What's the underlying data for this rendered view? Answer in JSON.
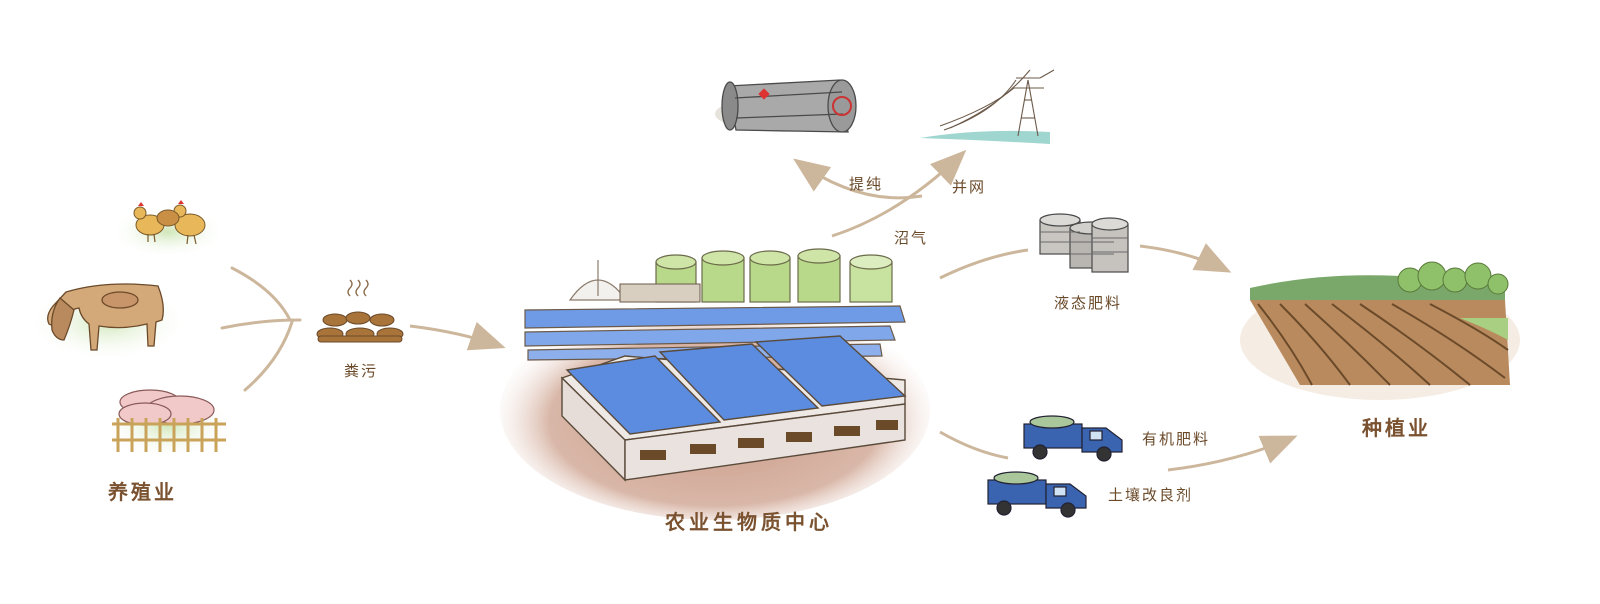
{
  "nodes": {
    "livestock": "养殖业",
    "manure": "粪污",
    "center": "农业生物质中心",
    "biogas": "沼气",
    "purify": "提纯",
    "grid": "并网",
    "liquid_fertilizer": "液态肥料",
    "organic_fertilizer": "有机肥料",
    "soil_conditioner": "土壤改良剂",
    "planting": "种植业"
  },
  "icons": [
    "chicken-icon",
    "cow-icon",
    "pig-icon",
    "manure-icon",
    "biogas-plant-icon",
    "gas-tank-icon",
    "power-tower-icon",
    "fertilizer-tanks-icon",
    "truck-icon",
    "farmland-icon"
  ],
  "colors": {
    "arrow": "#cdb79c",
    "label": "#6b4a2a",
    "roof": "#5b8ce0",
    "tank": "#b9d98a",
    "truck": "#3a63b0"
  }
}
